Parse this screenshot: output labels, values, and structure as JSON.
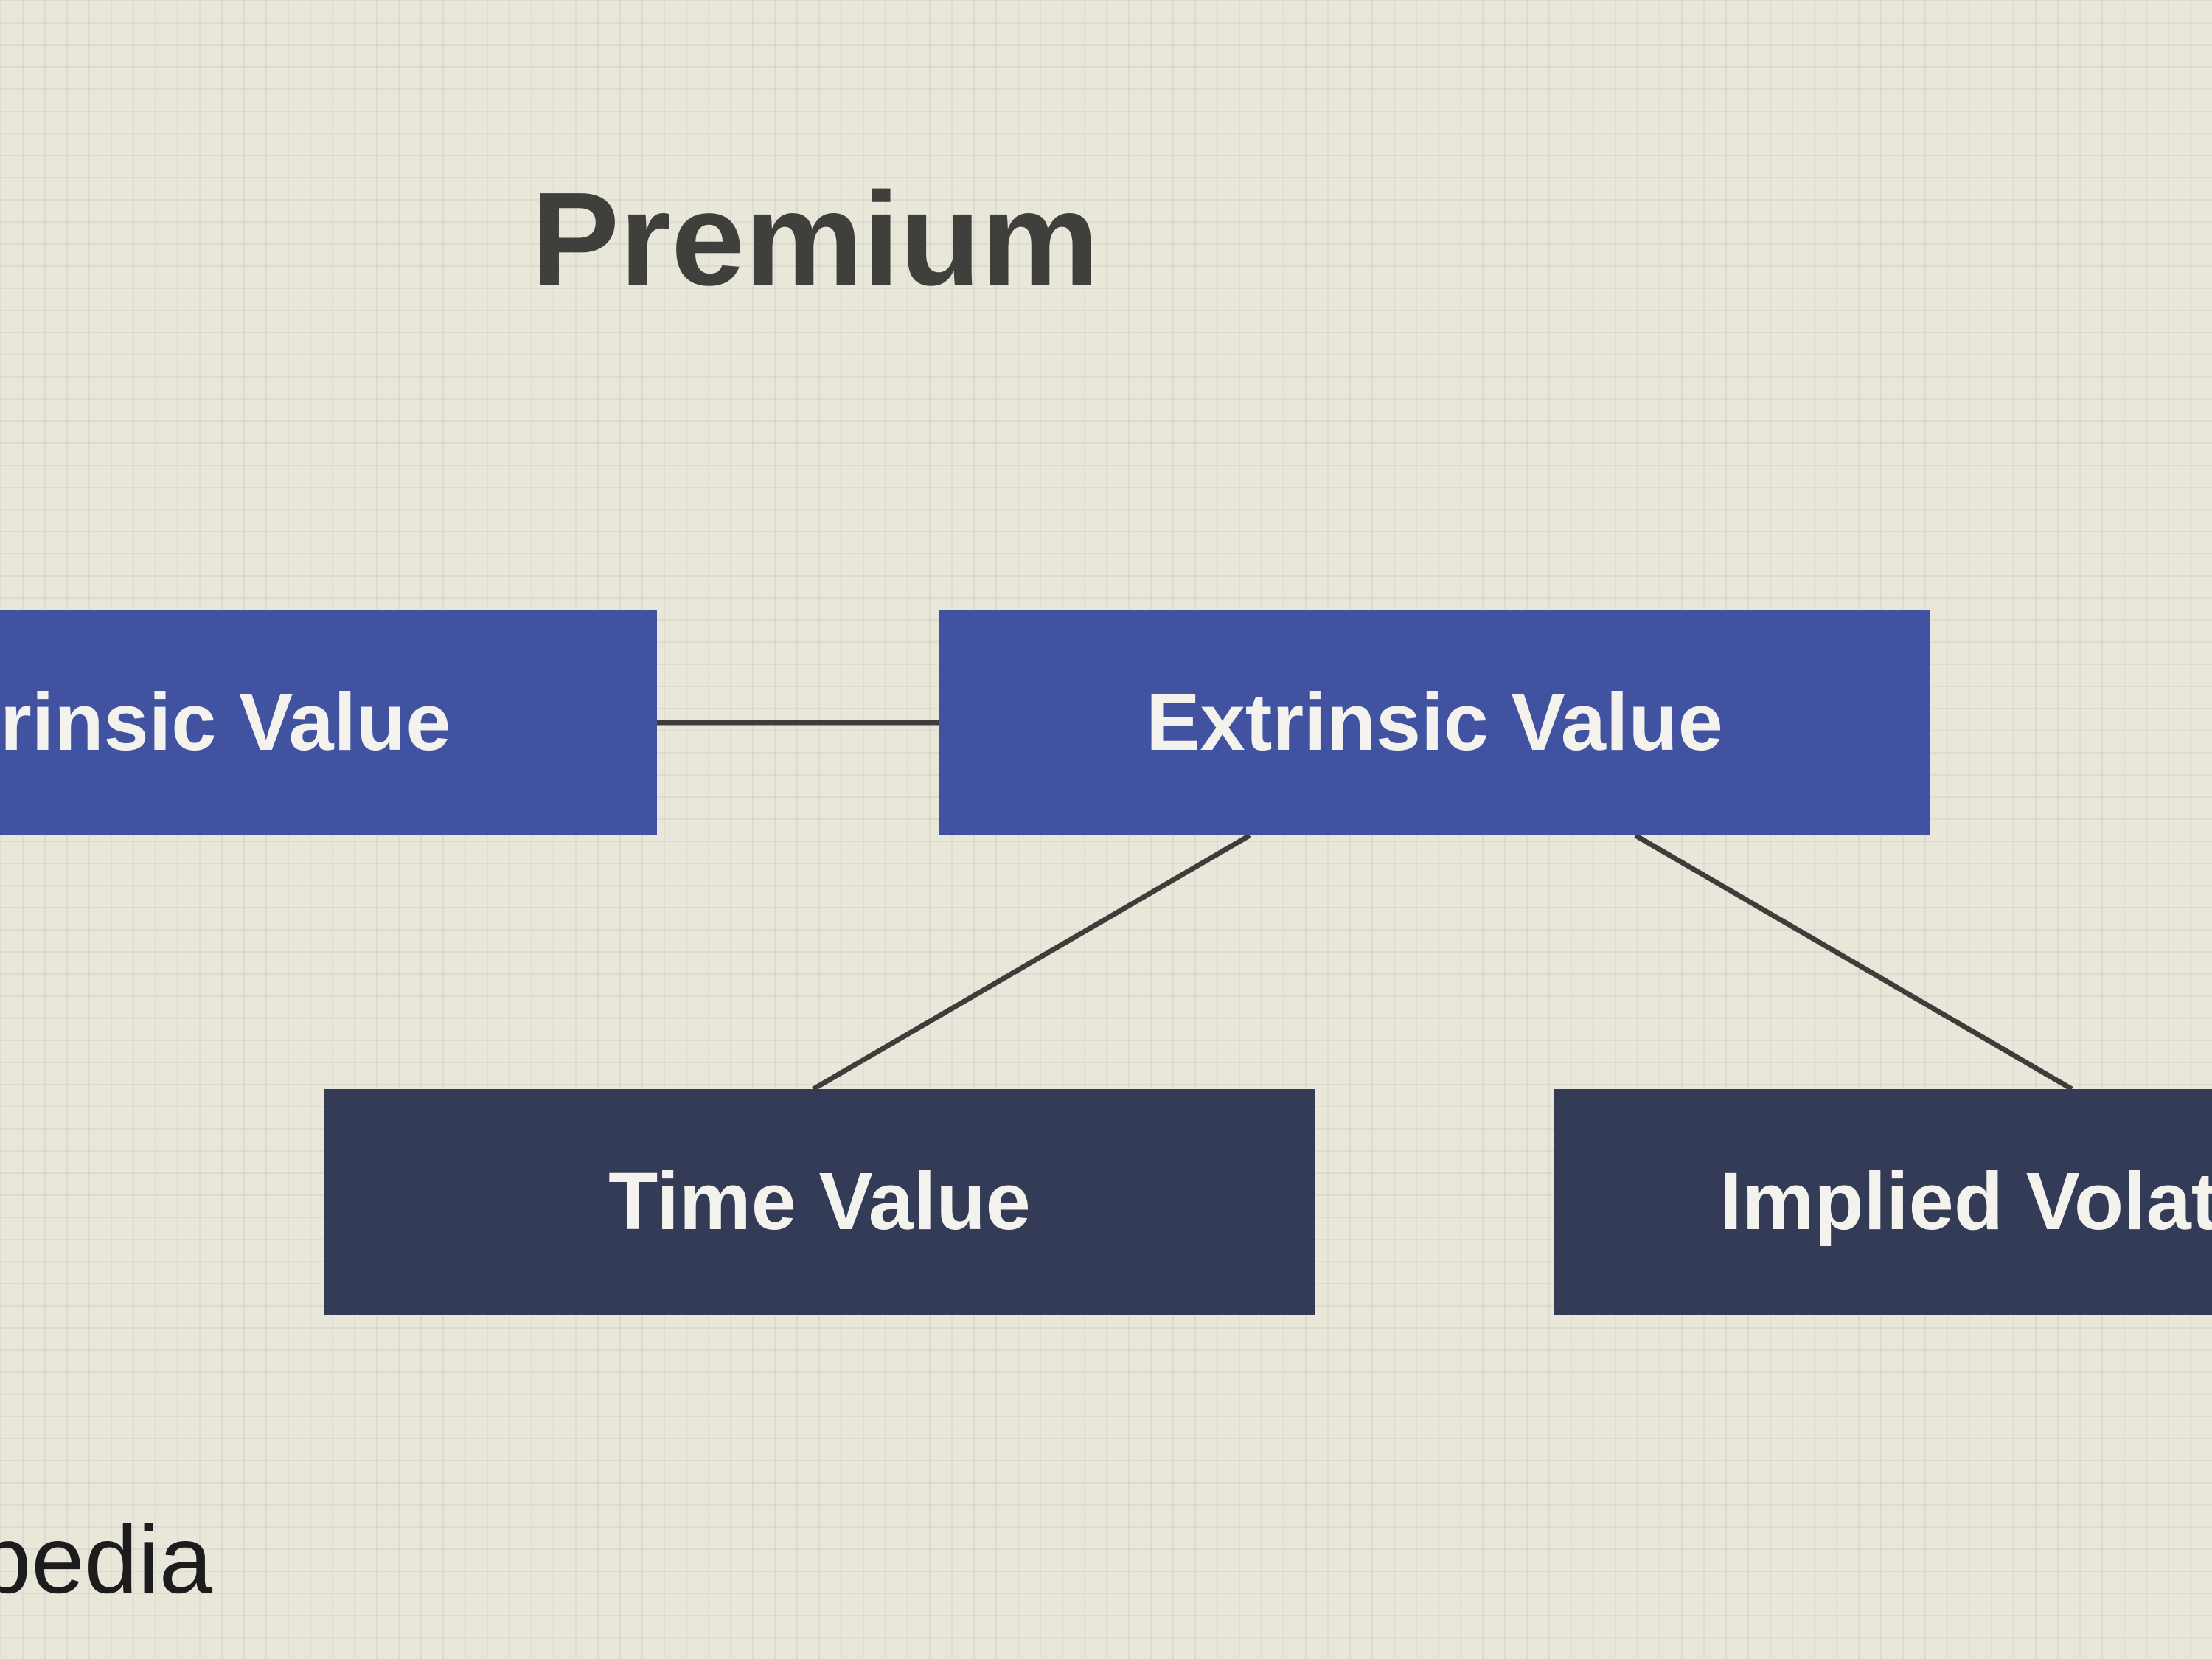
{
  "diagram": {
    "title": "Premium",
    "nodes": {
      "intrinsic": "rinsic Value",
      "extrinsic": "Extrinsic Value",
      "time": "Time Value",
      "implied": "Implied Volat"
    }
  },
  "branding": {
    "logo": "pedia"
  },
  "colors": {
    "background": "#e9e7da",
    "primary_box": "#4152a0",
    "secondary_box": "#333b56",
    "connector": "#3d3d3a",
    "title_text": "#3f3f3c",
    "box_text": "#f3f2ec"
  }
}
